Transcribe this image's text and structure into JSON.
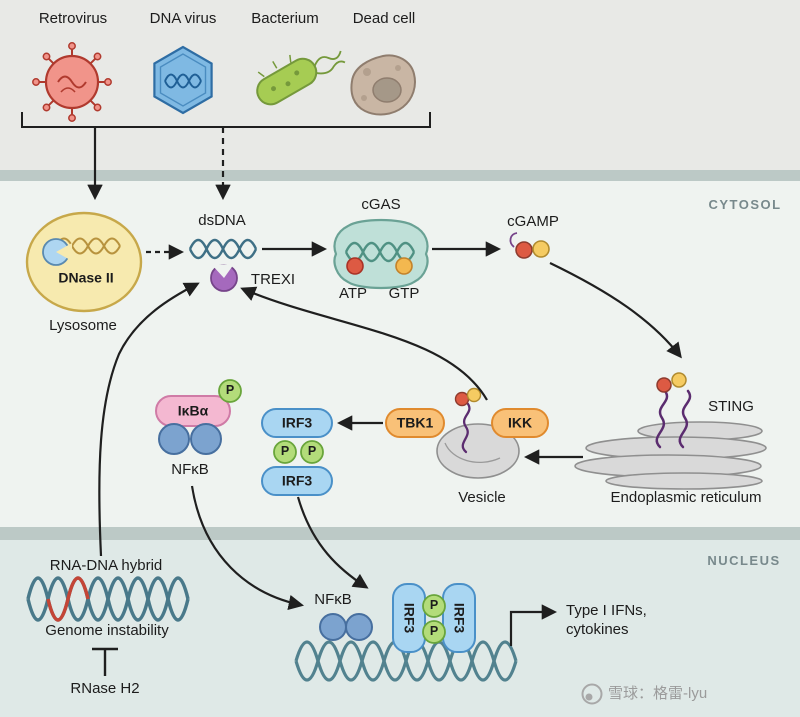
{
  "header": {
    "stimuli": [
      {
        "label": "Retrovirus"
      },
      {
        "label": "DNA virus"
      },
      {
        "label": "Bacterium"
      },
      {
        "label": "Dead cell"
      }
    ]
  },
  "compartments": {
    "cytosol": "CYTOSOL",
    "nucleus": "NUCLEUS"
  },
  "cytosol": {
    "dnase2_label": "DNase II",
    "lysosome_label": "Lysosome",
    "dsdna_label": "dsDNA",
    "trex1_label": "TREXI",
    "cgas_label": "cGAS",
    "atp_label": "ATP",
    "gtp_label": "GTP",
    "cgamp_label": "cGAMP",
    "sting_label": "STING",
    "er_label": "Endoplasmic reticulum",
    "vesicle_label": "Vesicle",
    "tbk1_label": "TBK1",
    "ikk_label": "IKK",
    "irf3_label": "IRF3",
    "phospho_label": "P",
    "ikba_label": "IκBα",
    "nfkb_label": "NFκB"
  },
  "nucleus": {
    "rna_dna_hybrid_label": "RNA-DNA hybrid",
    "genome_instability_label": "Genome instability",
    "rnase_h2_label": "RNase H2",
    "nfkb_label": "NFκB",
    "irf3_label": "IRF3",
    "phospho_label": "P",
    "output_line1": "Type I IFNs,",
    "output_line2": "cytokines"
  },
  "watermark": {
    "text": "雪球：格雷-lyu"
  },
  "colors": {
    "top_band": "#e8e9e6",
    "cytosol_band": "#eff3f0",
    "nucleus_band": "#dfe9e7",
    "divider": "#bcc9c6",
    "retrovirus": "#f1948a",
    "dna_virus": "#7fb9e3",
    "bacterium": "#a6cc53",
    "dead_cell": "#c9b6a4",
    "lysosome": "#f7eaaf",
    "trex1": "#a569bd",
    "cgas": "#bfe0d8",
    "atp": "#dd5a43",
    "gtp": "#f3b84f",
    "sting": "#5b2c6f",
    "kinase_orange": "#f9c178",
    "irf3_blue": "#a9d6f2",
    "phospho_green": "#b3dc7a",
    "ikba_pink": "#f4b8d1",
    "nfkb_blue": "#7ca3cf",
    "arrow": "#1f1f1f"
  }
}
